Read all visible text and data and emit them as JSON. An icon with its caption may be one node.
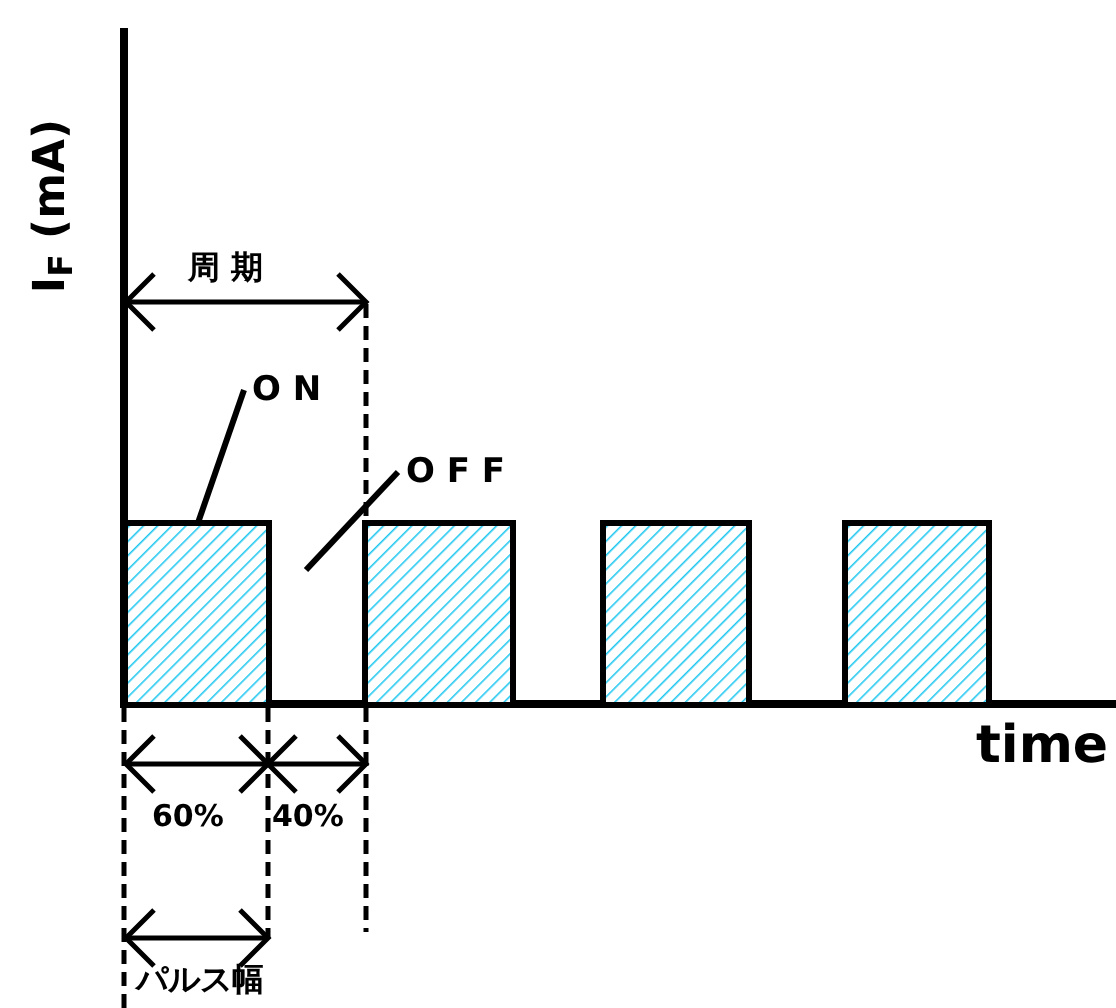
{
  "diagram": {
    "nodes": [
      {
        "text": [],
        "shape": "bar"
      },
      {
        "text": [],
        "shape": "bar"
      },
      {
        "text": [],
        "shape": "bar"
      },
      {
        "text": [],
        "shape": "bar"
      },
      {
        "text": [
          "O N"
        ]
      },
      {
        "text": [
          "O F F"
        ]
      }
    ],
    "edges": [
      {
        "from": 4,
        "to": 0,
        "arrow": "none"
      },
      {
        "from": 5,
        "to": null,
        "arrow": "none"
      }
    ],
    "labels": [
      "I$_{F}$ (mA)",
      "周 期",
      "time",
      "60%",
      "40%",
      "パルス幅"
    ]
  }
}
